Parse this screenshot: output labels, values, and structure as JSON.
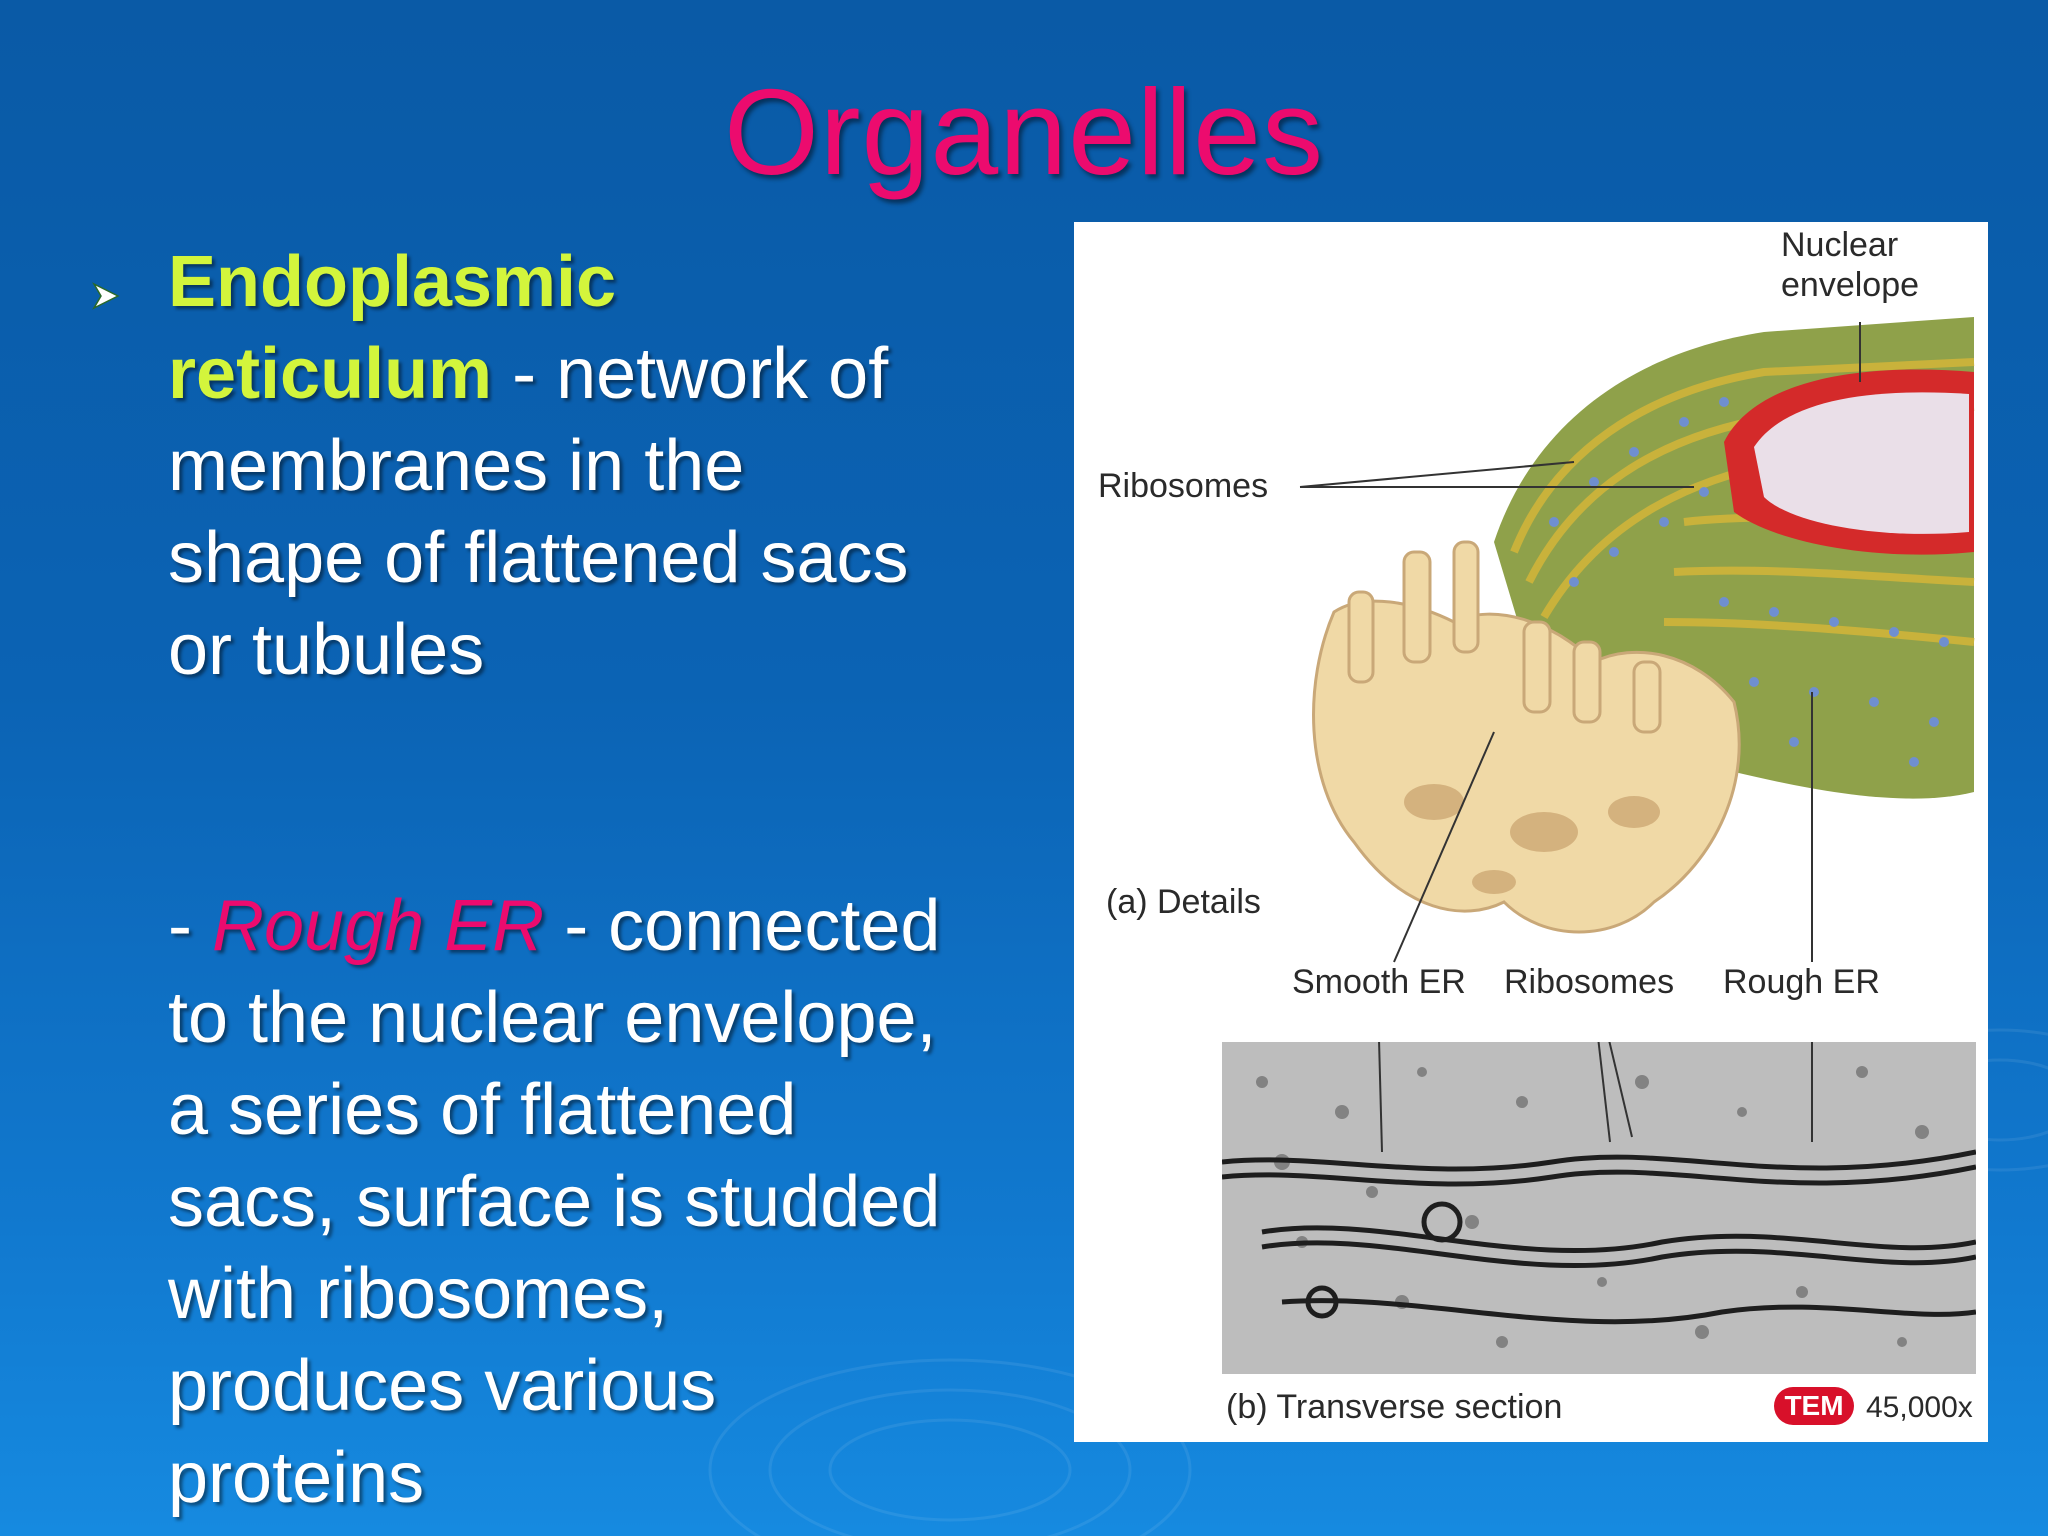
{
  "slide": {
    "title": "Organelles",
    "bullet": {
      "term": "Endoplasmic",
      "term_line2": "reticulum",
      "line1_rest": " - network of",
      "line3": "membranes in the",
      "line4": "shape of flattened sacs",
      "line5": "or tubules"
    },
    "rough": {
      "prefix": "- ",
      "term": "Rough ER",
      "line1_rest": " - connected",
      "line2": "to the nuclear envelope,",
      "line3": "a series of flattened",
      "line4": "sacs, surface is studded",
      "line5": "with ribosomes,",
      "line6": "produces various",
      "line7": "proteins"
    }
  },
  "figure": {
    "nuclear_envelope_l1": "Nuclear",
    "nuclear_envelope_l2": "envelope",
    "ribosomes_top": "Ribosomes",
    "details_caption": "(a) Details",
    "smooth_er": "Smooth ER",
    "ribosomes_bottom": "Ribosomes",
    "rough_er": "Rough ER",
    "section_caption": "(b) Transverse section",
    "tem_badge": "TEM",
    "magnification": "45,000x"
  },
  "colors": {
    "background": "#0b63b4",
    "title": "#ec0b6e",
    "term_highlight": "#d3f53c",
    "rough_highlight": "#ec0b6e",
    "body_text": "#ffffff"
  }
}
